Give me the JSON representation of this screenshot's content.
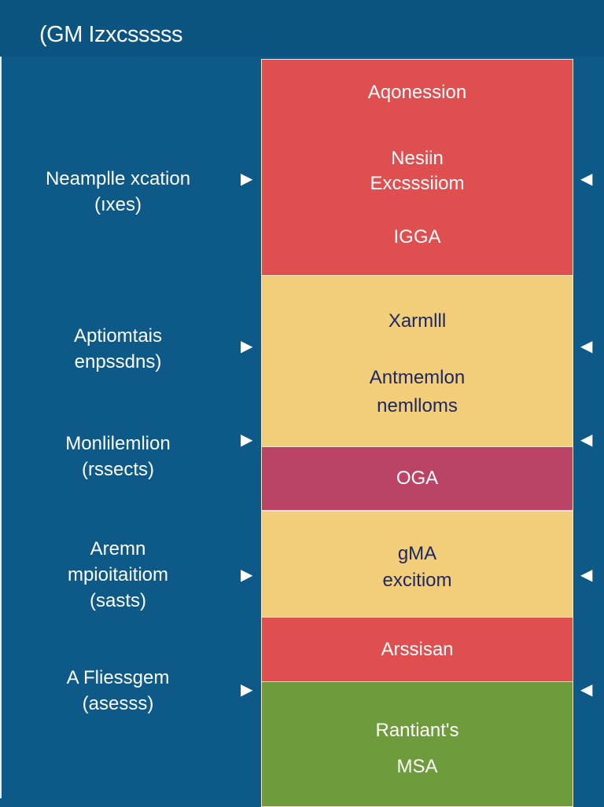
{
  "title": "(GM Izxcsssss",
  "left_labels": [
    {
      "lines": [
        "Neamplle xcation",
        "(ıxes)"
      ]
    },
    {
      "lines": [
        "Aptiomtais",
        "enpssdns)"
      ]
    },
    {
      "lines": [
        "Monlilemlion",
        "(rssects)"
      ]
    },
    {
      "lines": [
        "Aremn",
        "mpioitaitiom",
        "(sasts)"
      ]
    },
    {
      "lines": [
        "A Fliessgem",
        "(asesss)"
      ]
    }
  ],
  "segments": [
    {
      "lines": [
        "Aqonession",
        "Nesiin",
        "Excsssiiom",
        "IGGA"
      ],
      "color": "#e04f50"
    },
    {
      "lines": [
        "Xarmlll",
        "Antmemlon",
        "nemlloms"
      ],
      "color": "#f2cd7a"
    },
    {
      "lines": [
        "OGA"
      ],
      "color": "#bb4466"
    },
    {
      "lines": [
        "gMA",
        "excitiom"
      ],
      "color": "#f2cd7a"
    },
    {
      "lines": [
        "Arssisan"
      ],
      "color": "#e04f50"
    },
    {
      "lines": [
        "Rantiant's",
        "MSA"
      ],
      "color": "#6e9b3c"
    }
  ]
}
